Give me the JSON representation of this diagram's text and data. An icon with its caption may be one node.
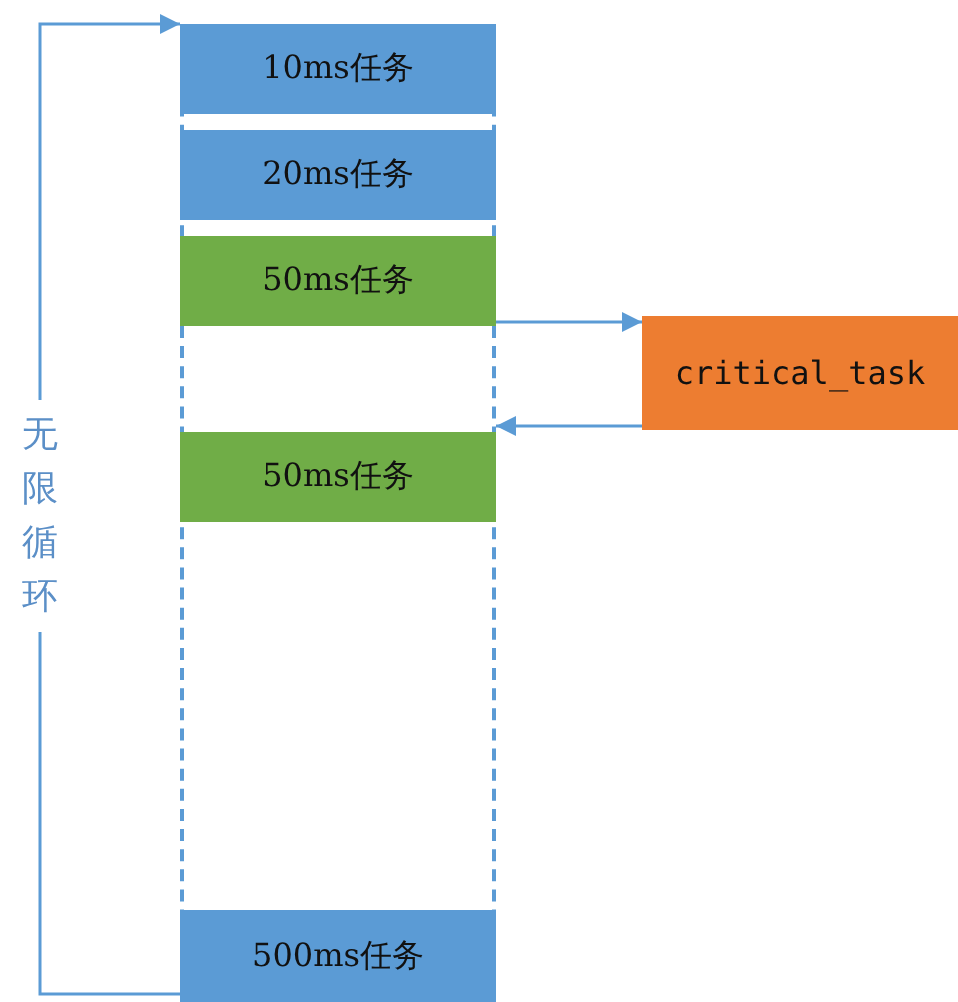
{
  "diagram": {
    "nodes": [
      {
        "text": [],
        "shape": "box"
      },
      {
        "text": [
          "10ms任务"
        ],
        "in": 0
      },
      {
        "text": [
          "20ms任务"
        ],
        "in": 0
      },
      {
        "text": [
          "50ms任务"
        ],
        "in": 0
      },
      {
        "text": [
          "critical_task"
        ]
      },
      {
        "text": [
          "50ms任务"
        ],
        "in": 0
      },
      {
        "text": [
          "500ms任务"
        ],
        "in": 0
      }
    ],
    "edges": [
      {
        "from": 6,
        "to": 1,
        "arrow": "to",
        "label": "无限循环"
      },
      {
        "from": 3,
        "to": 4,
        "arrow": "to"
      },
      {
        "from": 4,
        "to": 5,
        "arrow": "to"
      }
    ]
  }
}
